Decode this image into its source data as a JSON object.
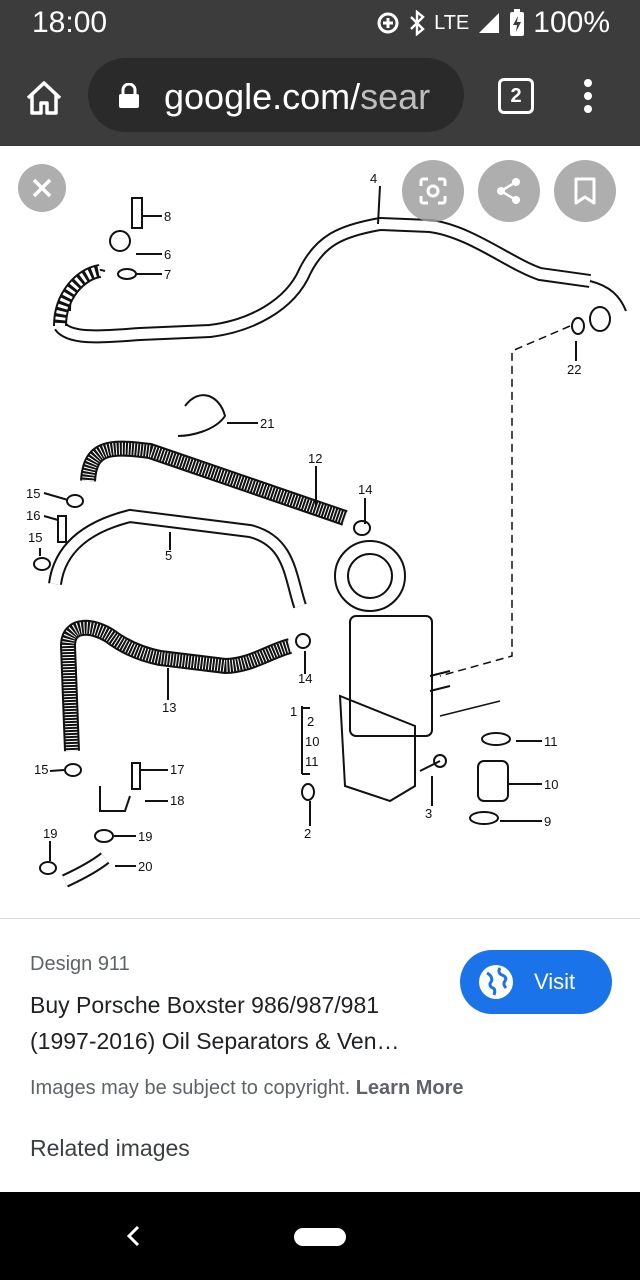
{
  "status": {
    "time": "18:00",
    "network": "LTE",
    "battery": "100%"
  },
  "browser": {
    "url_main": "google.com/",
    "url_rest": "sear",
    "tab_count": "2"
  },
  "result": {
    "source": "Design 911",
    "title": "Buy Porsche Boxster 986/987/981 (1997-2016) Oil Separators & Ven…",
    "visit_label": "Visit",
    "copyright_text": "Images may be subject to copyright.",
    "learn_more": "Learn More",
    "related_images": "Related images"
  },
  "diagram": {
    "labels": [
      "1",
      "2",
      "10",
      "11",
      "2",
      "3",
      "4",
      "5",
      "6",
      "7",
      "8",
      "9",
      "10",
      "11",
      "12",
      "13",
      "14",
      "14",
      "15",
      "15",
      "15",
      "16",
      "17",
      "18",
      "19",
      "19",
      "20",
      "21",
      "22"
    ]
  }
}
